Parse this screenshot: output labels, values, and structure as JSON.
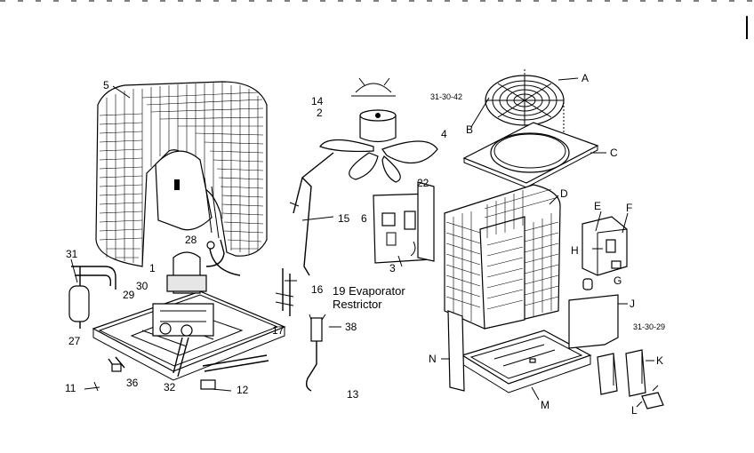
{
  "labels": {
    "l5": "5",
    "l14": "14",
    "l2": "2",
    "l4": "4",
    "l22": "22",
    "l6": "6",
    "l15": "15",
    "l3": "3",
    "l16": "16",
    "l19": "19 Evaporator",
    "l19b": "Restrictor",
    "l28": "28",
    "l1": "1",
    "l31": "31",
    "l30": "30",
    "l29": "29",
    "l27": "27",
    "l17": "17",
    "l38": "38",
    "l11": "11",
    "l36": "36",
    "l32": "32",
    "l12": "12",
    "l13": "13",
    "lA": "A",
    "lB": "B",
    "lC": "C",
    "lD": "D",
    "lE": "E",
    "lF": "F",
    "lH": "H",
    "lG": "G",
    "lJ": "J",
    "lK": "K",
    "lL": "L",
    "lM": "M",
    "lN": "N",
    "ref1": "31-30-42",
    "ref2": "31-30-29"
  }
}
